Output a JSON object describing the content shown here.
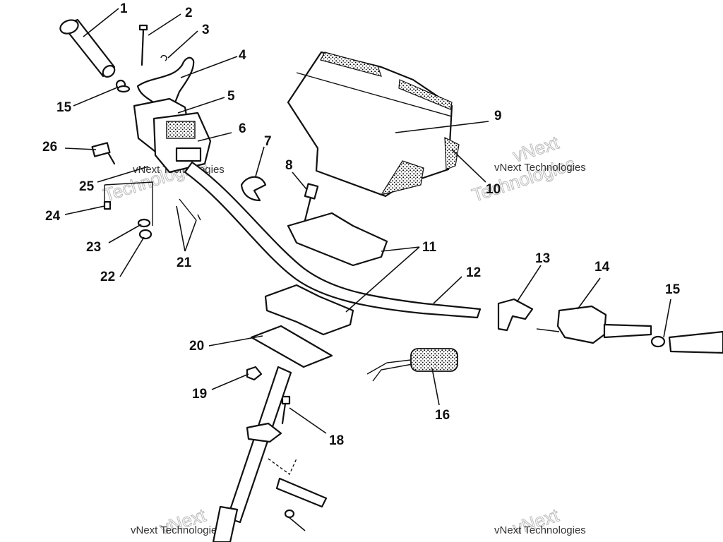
{
  "diagram": {
    "callouts": {
      "c1": "1",
      "c2": "2",
      "c3": "3",
      "c4": "4",
      "c5": "5",
      "c6": "6",
      "c7": "7",
      "c8": "8",
      "c9": "9",
      "c10": "10",
      "c11": "11",
      "c12": "12",
      "c13": "13",
      "c14": "14",
      "c15a": "15",
      "c15b": "15",
      "c16": "16",
      "c18": "18",
      "c19": "19",
      "c20": "20",
      "c21": "21",
      "c22": "22",
      "c23": "23",
      "c24": "24",
      "c25": "25",
      "c26": "26"
    },
    "watermark": {
      "small_text": "vNext Technologies",
      "big_line1": "vNext",
      "big_line2": "Technologies"
    }
  }
}
